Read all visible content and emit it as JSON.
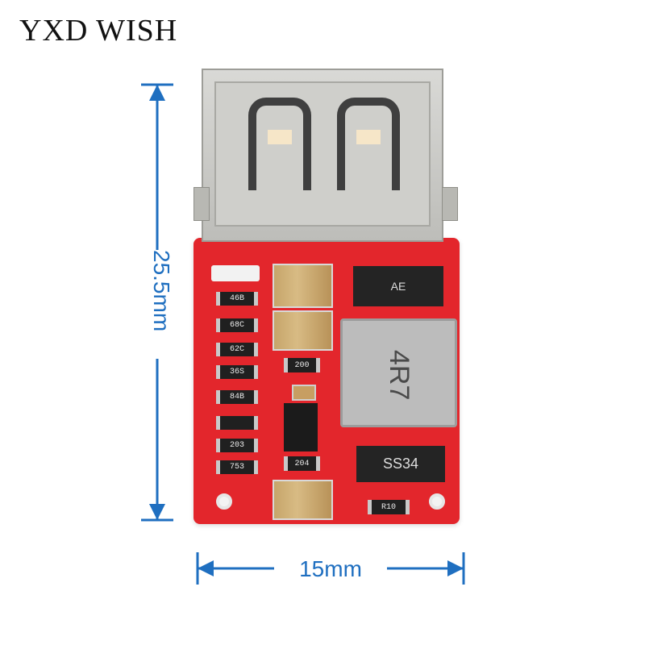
{
  "brand": {
    "text": "YXD WISH"
  },
  "dimensions": {
    "height_label": "25.5mm",
    "width_label": "15mm",
    "color": "#1f6fc0"
  },
  "board": {
    "color": "#e3262c",
    "resistor_labels": [
      "46B",
      "68C",
      "62C",
      "36S",
      "84B",
      "203",
      "753"
    ],
    "center_labels": [
      "200",
      "204"
    ],
    "bottom_label": "R10",
    "diode_top_label": "AE",
    "diode_bottom_label": "SS34",
    "inductor_label": "4R7"
  }
}
